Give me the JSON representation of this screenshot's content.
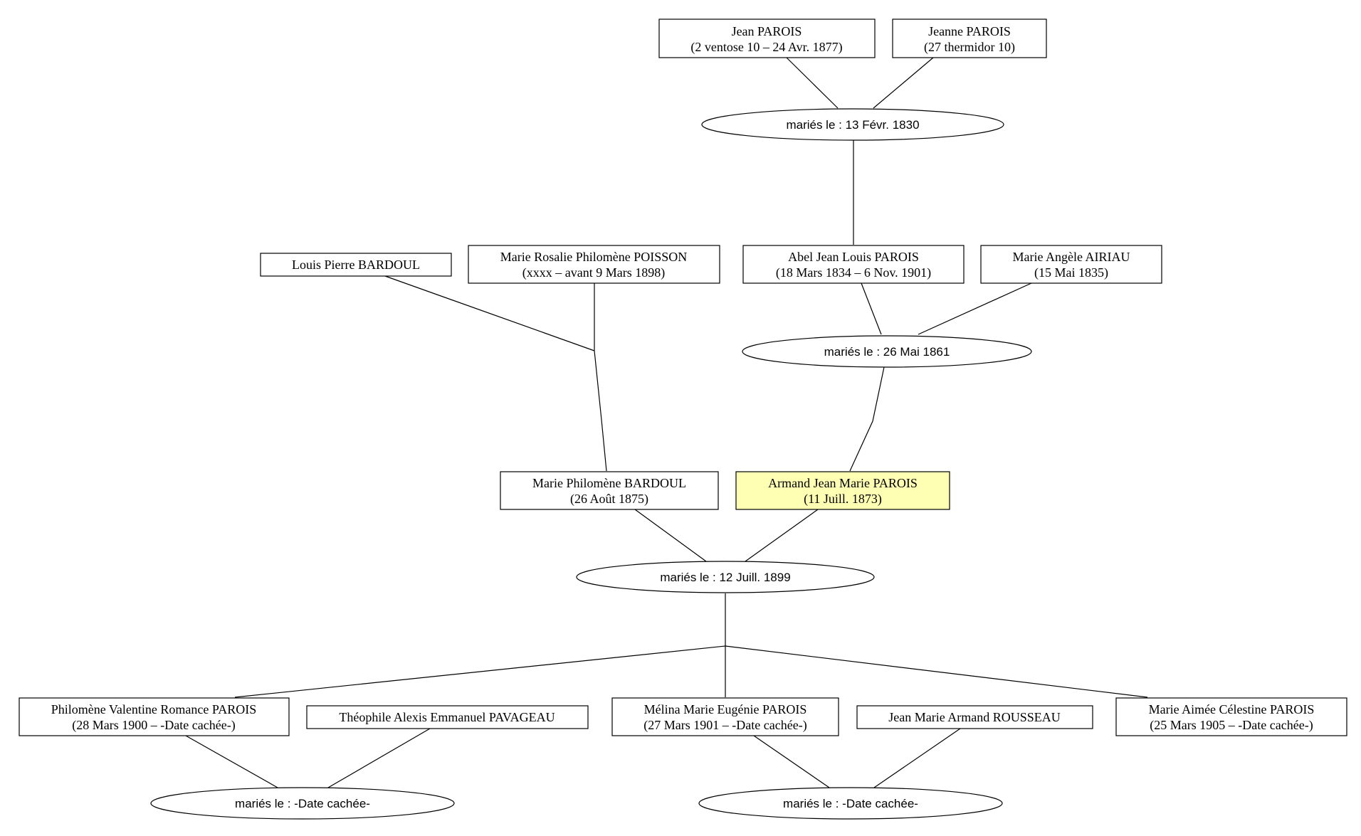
{
  "colors": {
    "highlight": "#ffffb3",
    "stroke": "#000000",
    "background": "#ffffff"
  },
  "persons": {
    "jean_parois": {
      "name": "Jean PAROIS",
      "dates": "(2 ventose 10 – 24 Avr. 1877)"
    },
    "jeanne_parois": {
      "name": "Jeanne PAROIS",
      "dates": "(27 thermidor 10)"
    },
    "louis_pierre_bardoul": {
      "name": "Louis Pierre BARDOUL",
      "dates": ""
    },
    "marie_rosalie_poisson": {
      "name": "Marie Rosalie Philomène POISSON",
      "dates": "(xxxx – avant 9 Mars 1898)"
    },
    "abel_jean_louis_parois": {
      "name": "Abel Jean Louis PAROIS",
      "dates": "(18 Mars 1834 – 6 Nov. 1901)"
    },
    "marie_angele_airiau": {
      "name": "Marie Angèle AIRIAU",
      "dates": "(15 Mai 1835)"
    },
    "marie_philomene_bardoul": {
      "name": "Marie Philomène BARDOUL",
      "dates": "(26 Août 1875)"
    },
    "armand_jean_marie_parois": {
      "name": "Armand Jean Marie PAROIS",
      "dates": "(11 Juill. 1873)",
      "highlighted": true
    },
    "philomene_valentine_parois": {
      "name": "Philomène Valentine Romance PAROIS",
      "dates": "(28 Mars 1900 – -Date cachée-)"
    },
    "theophile_pavageau": {
      "name": "Théophile Alexis Emmanuel PAVAGEAU",
      "dates": ""
    },
    "melina_parois": {
      "name": "Mélina Marie Eugénie PAROIS",
      "dates": "(27 Mars 1901 – -Date cachée-)"
    },
    "jean_marie_armand_rousseau": {
      "name": "Jean Marie Armand ROUSSEAU",
      "dates": ""
    },
    "marie_aimee_parois": {
      "name": "Marie Aimée Célestine PAROIS",
      "dates": "(25 Mars 1905 – -Date cachée-)"
    }
  },
  "unions": {
    "u_1830": {
      "label": "mariés le : 13 Févr. 1830"
    },
    "u_1861": {
      "label": "mariés le : 26 Mai 1861"
    },
    "u_1899": {
      "label": "mariés le : 12 Juill. 1899"
    },
    "u_pavageau": {
      "label": "mariés le : -Date cachée-"
    },
    "u_rousseau": {
      "label": "mariés le : -Date cachée-"
    }
  },
  "relations": [
    {
      "parents": [
        "jean_parois",
        "jeanne_parois"
      ],
      "union": "u_1830",
      "children": [
        "abel_jean_louis_parois"
      ]
    },
    {
      "parents": [
        "abel_jean_louis_parois",
        "marie_angele_airiau"
      ],
      "union": "u_1861",
      "children": [
        "armand_jean_marie_parois"
      ]
    },
    {
      "parents": [
        "louis_pierre_bardoul",
        "marie_rosalie_poisson"
      ],
      "union": null,
      "children": [
        "marie_philomene_bardoul"
      ]
    },
    {
      "parents": [
        "marie_philomene_bardoul",
        "armand_jean_marie_parois"
      ],
      "union": "u_1899",
      "children": [
        "philomene_valentine_parois",
        "melina_parois",
        "marie_aimee_parois"
      ]
    },
    {
      "parents": [
        "philomene_valentine_parois",
        "theophile_pavageau"
      ],
      "union": "u_pavageau",
      "children": []
    },
    {
      "parents": [
        "melina_parois",
        "jean_marie_armand_rousseau"
      ],
      "union": "u_rousseau",
      "children": []
    }
  ]
}
